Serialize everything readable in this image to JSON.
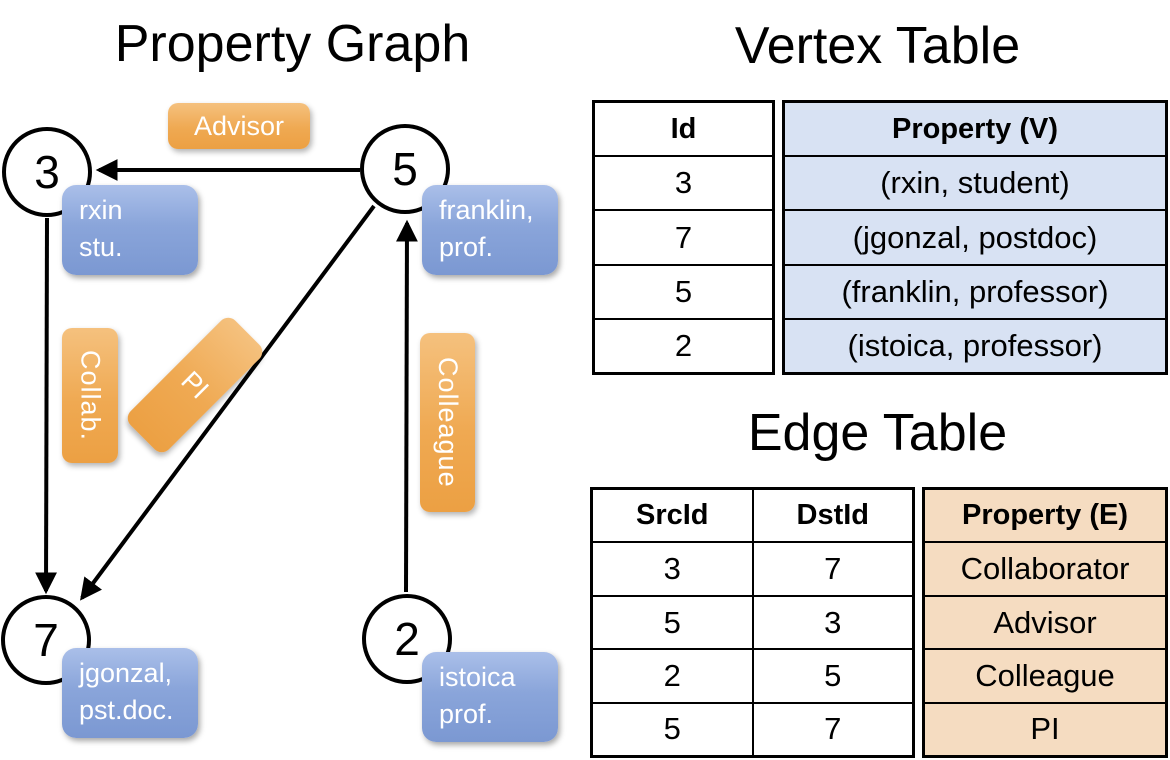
{
  "graph": {
    "title": "Property Graph",
    "vertices": [
      {
        "id": "3",
        "label1": "rxin",
        "label2": "stu."
      },
      {
        "id": "5",
        "label1": "franklin,",
        "label2": "prof."
      },
      {
        "id": "7",
        "label1": "jgonzal,",
        "label2": "pst.doc."
      },
      {
        "id": "2",
        "label1": "istoica",
        "label2": "prof."
      }
    ],
    "edge_labels": {
      "advisor": "Advisor",
      "collab": "Collab.",
      "pi": "PI",
      "colleague": "Colleague"
    }
  },
  "vertex_table": {
    "title": "Vertex Table",
    "id_header": "Id",
    "property_header": "Property (V)",
    "rows": [
      {
        "id": "3",
        "property": "(rxin, student)"
      },
      {
        "id": "7",
        "property": "(jgonzal, postdoc)"
      },
      {
        "id": "5",
        "property": "(franklin, professor)"
      },
      {
        "id": "2",
        "property": "(istoica, professor)"
      }
    ]
  },
  "edge_table": {
    "title": "Edge Table",
    "src_header": "SrcId",
    "dst_header": "DstId",
    "property_header": "Property (E)",
    "rows": [
      {
        "src": "3",
        "dst": "7",
        "property": "Collaborator"
      },
      {
        "src": "5",
        "dst": "3",
        "property": "Advisor"
      },
      {
        "src": "2",
        "dst": "5",
        "property": "Colleague"
      },
      {
        "src": "5",
        "dst": "7",
        "property": "PI"
      }
    ]
  },
  "colors": {
    "edge_label_orange": "#eda044",
    "vertex_label_blue": "#7b98d2",
    "vertex_table_fill": "#d8e2f3",
    "edge_table_fill": "#f5dcc1"
  }
}
